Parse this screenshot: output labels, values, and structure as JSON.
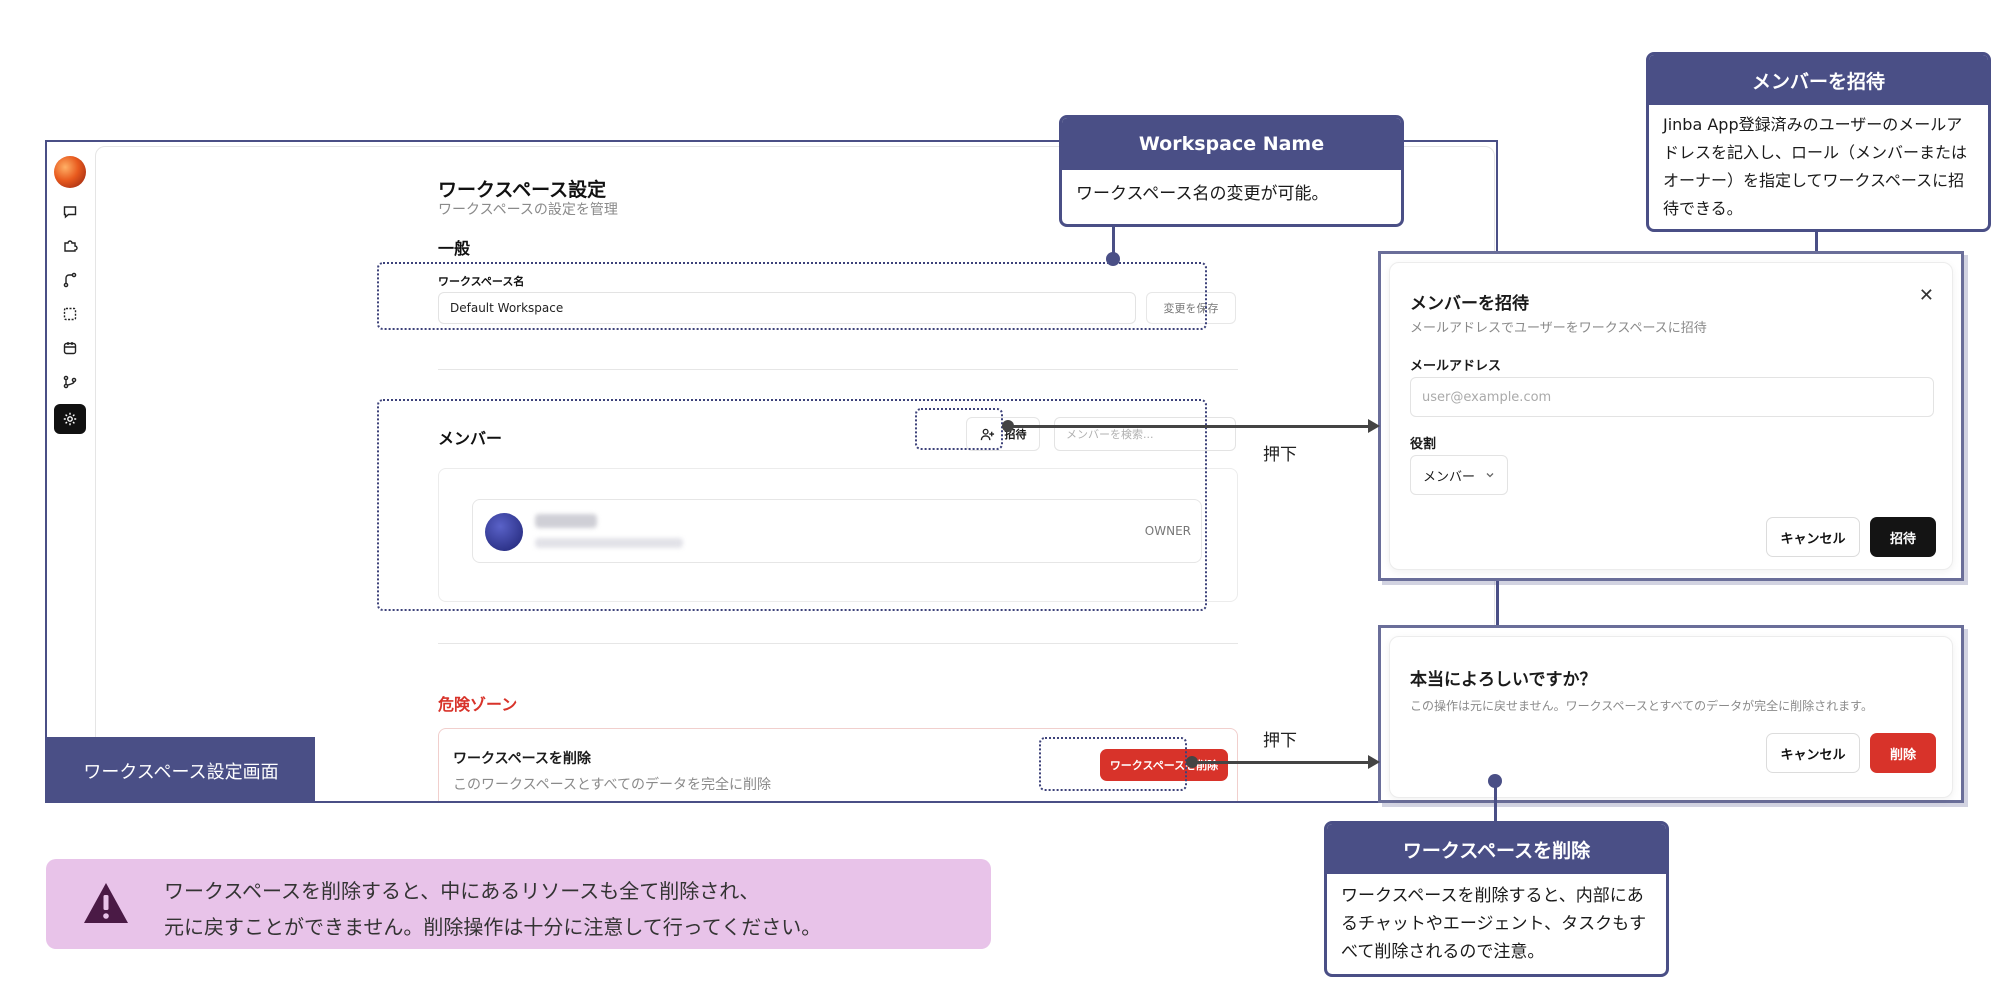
{
  "settings": {
    "title": "ワークスペース設定",
    "subtitle": "ワークスペースの設定を管理",
    "general_heading": "一般",
    "workspace_name_label": "ワークスペース名",
    "workspace_name_value": "Default Workspace",
    "save_button": "変更を保存",
    "members_heading": "メンバー",
    "invite_button": "招待",
    "member_search_placeholder": "メンバーを検索...",
    "member": {
      "role": "OWNER"
    },
    "danger_heading": "危険ゾーン",
    "delete_title": "ワークスペースを削除",
    "delete_desc": "このワークスペースとすべてのデータを完全に削除",
    "delete_button": "ワークスペースを削除"
  },
  "screen_label": "ワークスペース設定画面",
  "callouts": {
    "workspace_name": {
      "title": "Workspace Name",
      "body": "ワークスペース名の変更が可能。"
    },
    "invite": {
      "title": "メンバーを招待",
      "body": "Jinba App登録済みのユーザーのメールアドレスを記入し、ロール（メンバーまたはオーナー）を指定してワークスペースに招待できる。"
    },
    "delete": {
      "title": "ワークスペースを削除",
      "body": "ワークスペースを削除すると、内部にあるチャットやエージェント、タスクもすべて削除されるので注意。"
    }
  },
  "press_label": "押下",
  "invite_modal": {
    "title": "メンバーを招待",
    "subtitle": "メールアドレスでユーザーをワークスペースに招待",
    "email_label": "メールアドレス",
    "email_placeholder": "user@example.com",
    "role_label": "役割",
    "role_value": "メンバー",
    "cancel": "キャンセル",
    "submit": "招待"
  },
  "confirm_modal": {
    "title": "本当によろしいですか？",
    "desc": "この操作は元に戻せません。ワークスペースとすべてのデータが完全に削除されます。",
    "cancel": "キャンセル",
    "delete": "削除"
  },
  "warning": {
    "line1": "ワークスペースを削除すると、中にあるリソースも全て削除され、",
    "line2": "元に戻すことができません。削除操作は十分に注意して行ってください。"
  },
  "colors": {
    "accent": "#4a4f86",
    "danger": "#d8332a",
    "warning_bg": "#e8c3e9",
    "warning_icon": "#4a1a45"
  },
  "icons": [
    "chat-icon",
    "puzzle-icon",
    "workflow-icon",
    "task-icon",
    "schedule-icon",
    "branch-icon",
    "settings-icon",
    "user-plus-icon",
    "close-icon",
    "chevron-down-icon",
    "warning-icon"
  ]
}
